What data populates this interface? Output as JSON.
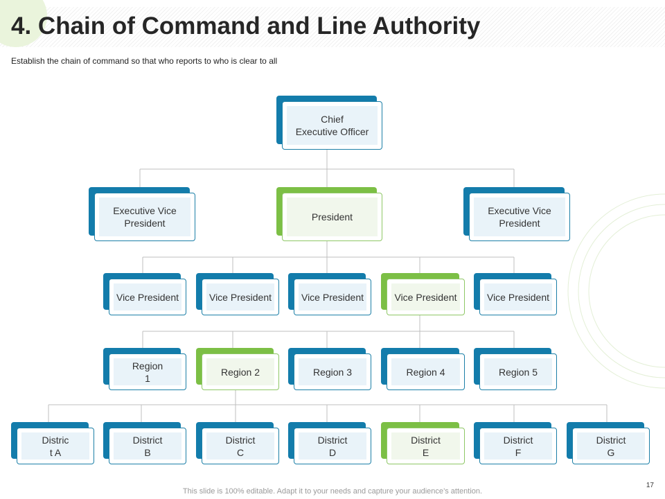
{
  "slide": {
    "title": "4. Chain of Command and Line Authority",
    "subtitle": "Establish the chain of command so that who reports to who is clear to all",
    "footer": "This slide is 100% editable. Adapt it to your needs and capture your audience’s attention.",
    "page_number": "17"
  },
  "colors": {
    "blue": "#137cab",
    "green": "#7cbf45",
    "connector": "#bfbfbf"
  },
  "org_chart": {
    "ceo": "Chief\nExecutive Officer",
    "level2": [
      "Executive Vice\nPresident",
      "President",
      "Executive Vice\nPresident"
    ],
    "vice_presidents": [
      "Vice President",
      "Vice President",
      "Vice President",
      "Vice President",
      "Vice President"
    ],
    "regions": [
      "Region\n1",
      "Region 2",
      "Region 3",
      "Region 4",
      "Region 5"
    ],
    "districts": [
      "Distric\nt A",
      "District\nB",
      "District\nC",
      "District\nD",
      "District\nE",
      "District\nF",
      "District\nG"
    ]
  }
}
